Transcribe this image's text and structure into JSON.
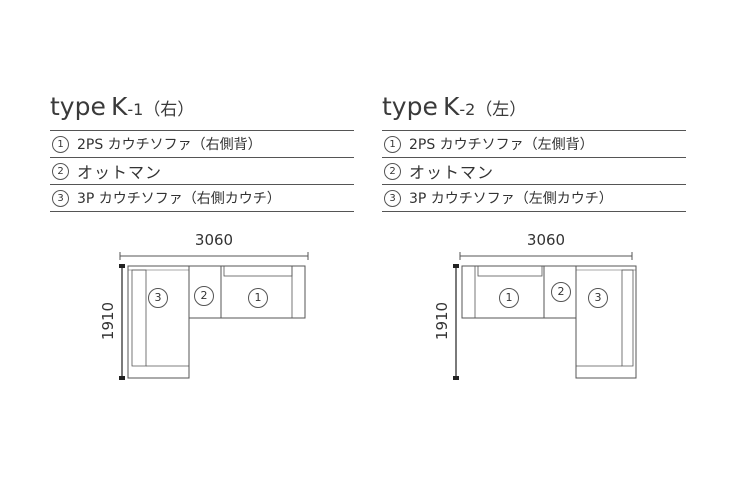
{
  "panels": [
    {
      "title": {
        "type": "type",
        "code": "K",
        "num": "-1",
        "side": "（右）"
      },
      "rows": [
        {
          "num": "1",
          "label": "2PS カウチソファ（右側背）"
        },
        {
          "num": "2",
          "label": "オットマン"
        },
        {
          "num": "3",
          "label": "3P カウチソファ（右側カウチ）"
        }
      ],
      "width_label": "3060",
      "height_label": "1910",
      "seat_numbers": [
        "3",
        "2",
        "1"
      ]
    },
    {
      "title": {
        "type": "type",
        "code": "K",
        "num": "-2",
        "side": "（左）"
      },
      "rows": [
        {
          "num": "1",
          "label": "2PS カウチソファ（左側背）"
        },
        {
          "num": "2",
          "label": "オットマン"
        },
        {
          "num": "3",
          "label": "3P カウチソファ（左側カウチ）"
        }
      ],
      "width_label": "3060",
      "height_label": "1910",
      "seat_numbers": [
        "1",
        "2",
        "3"
      ]
    }
  ],
  "colors": {
    "line": "#555555",
    "text": "#333333",
    "background": "#ffffff"
  }
}
